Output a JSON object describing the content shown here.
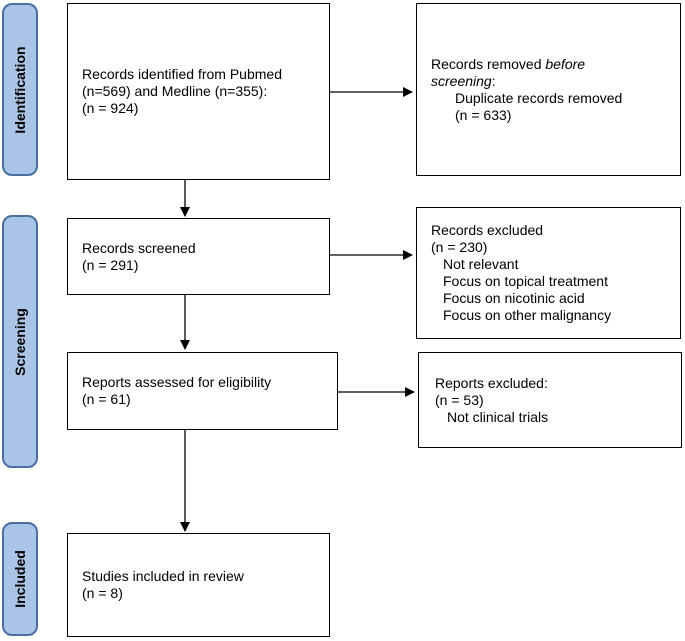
{
  "phases": {
    "identification": "Identification",
    "screening": "Screening",
    "included": "Included"
  },
  "boxes": {
    "identified": {
      "line1": "Records identified from Pubmed",
      "line2": "(n=569) and Medline (n=355):",
      "line3": "(n = 924)"
    },
    "removed": {
      "line1_prefix": "Records removed ",
      "line1_italic": "before",
      "line2_italic": "screening",
      "line2_suffix": ":",
      "line3": "Duplicate records removed",
      "line4": "(n = 633)"
    },
    "screened": {
      "line1": "Records screened",
      "line2": "(n = 291)"
    },
    "excluded": {
      "line1": "Records excluded",
      "line2": "(n = 230)",
      "reasons": [
        "Not relevant",
        "Focus on topical treatment",
        "Focus on nicotinic acid",
        "Focus on other malignancy"
      ]
    },
    "assessed": {
      "line1": "Reports assessed for eligibility",
      "line2": "(n = 61)"
    },
    "reports_excluded": {
      "line1": "Reports excluded:",
      "line2": "(n = 53)",
      "line3": "Not clinical trials"
    },
    "included": {
      "line1": "Studies included in review",
      "line2": "(n = 8)"
    }
  }
}
